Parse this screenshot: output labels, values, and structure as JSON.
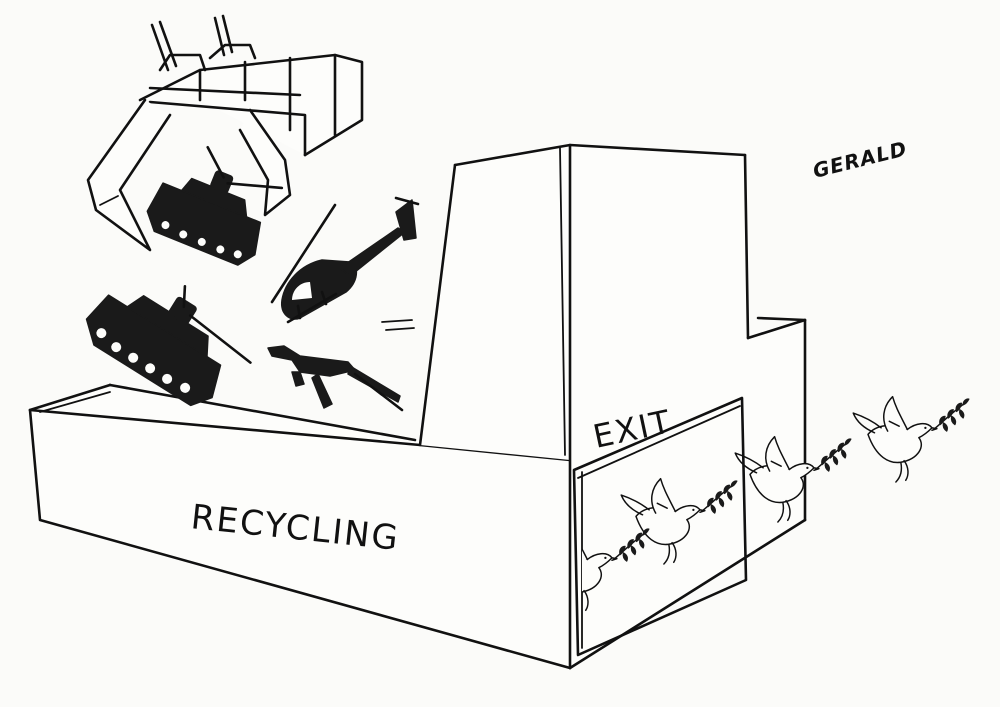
{
  "cartoon": {
    "machine_label": "RECYCLING",
    "exit_label": "EXIT",
    "signature": "GERALD"
  },
  "colors": {
    "ink": "#111111",
    "paper": "#fbfbf9"
  },
  "icons": [
    "crane-claw-icon",
    "tank-icon",
    "helicopter-icon",
    "rifle-icon",
    "dove-icon",
    "olive-branch-icon"
  ]
}
